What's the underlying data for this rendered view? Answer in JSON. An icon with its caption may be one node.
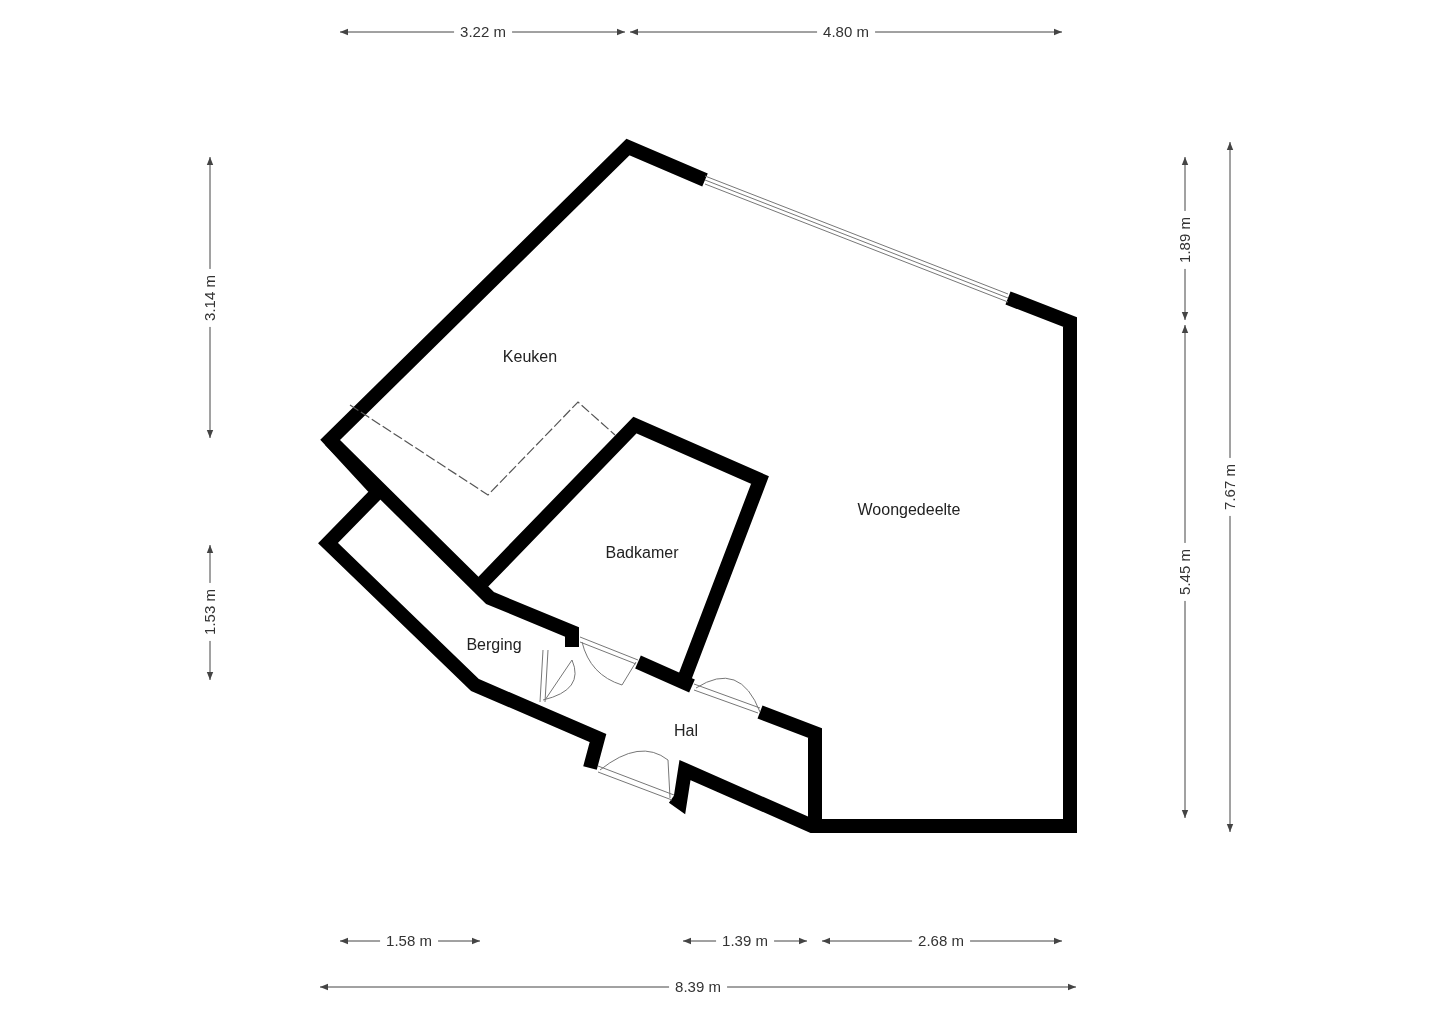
{
  "diagram": {
    "labels": [
      "3.22 m",
      "4.80 m",
      "3.14 m",
      "1.89 m",
      "7.67 m",
      "Keuken",
      "Woongedeelte",
      "5.45 m",
      "Badkamer",
      "1.53 m",
      "Berging",
      "Hal",
      "1.58 m",
      "1.39 m",
      "2.68 m",
      "8.39 m"
    ]
  }
}
